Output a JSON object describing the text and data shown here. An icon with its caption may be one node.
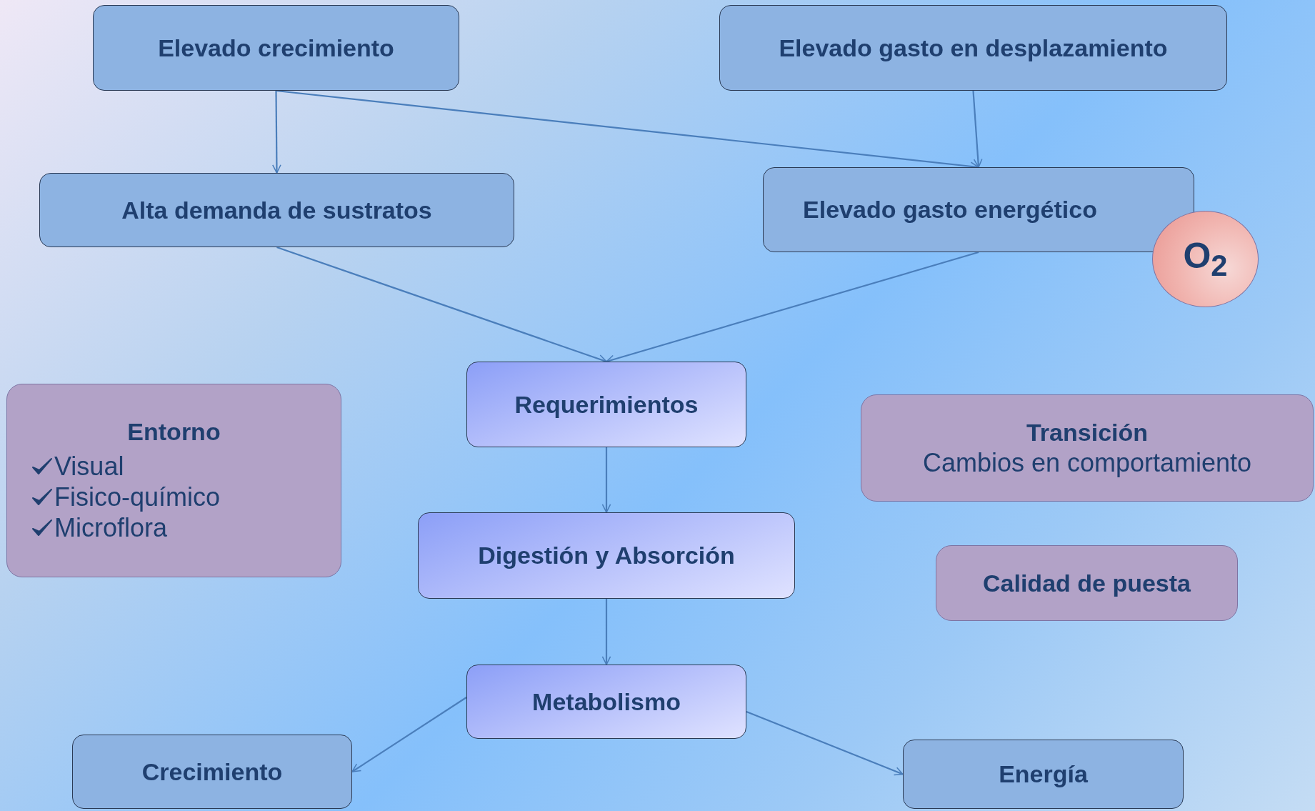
{
  "diagram": {
    "nodes": [
      {
        "text": [
          "Elevado crecimiento"
        ]
      },
      {
        "text": [
          "Elevado gasto en desplazamiento"
        ]
      },
      {
        "text": [
          "Alta demanda de sustratos"
        ]
      },
      {
        "text": [
          "Elevado gasto energético"
        ]
      },
      {
        "text": [
          "O$_{2}$"
        ]
      },
      {
        "text": [
          "Requerimientos"
        ]
      },
      {
        "text": [
          "Entorno",
          "Visual",
          "Fisico-químico",
          "Microflora"
        ]
      },
      {
        "text": [
          "Digestión y Absorción"
        ]
      },
      {
        "text": [
          "Transición",
          "Cambios en comportamiento"
        ]
      },
      {
        "text": [
          "Calidad de puesta"
        ]
      },
      {
        "text": [
          "Metabolismo"
        ]
      },
      {
        "text": [
          "Crecimiento"
        ]
      },
      {
        "text": [
          "Energía"
        ]
      }
    ],
    "edges": [
      {
        "from": 0,
        "to": 2,
        "arrow": "to"
      },
      {
        "from": 0,
        "to": 3,
        "arrow": "to"
      },
      {
        "from": 1,
        "to": 3,
        "arrow": "to"
      },
      {
        "from": 2,
        "to": 5,
        "arrow": "to"
      },
      {
        "from": 3,
        "to": 5,
        "arrow": "to"
      },
      {
        "from": 5,
        "to": 7,
        "arrow": "to"
      },
      {
        "from": 7,
        "to": 10,
        "arrow": "to"
      },
      {
        "from": 10,
        "to": 11,
        "arrow": "to"
      },
      {
        "from": 10,
        "to": 12,
        "arrow": "to"
      }
    ]
  }
}
